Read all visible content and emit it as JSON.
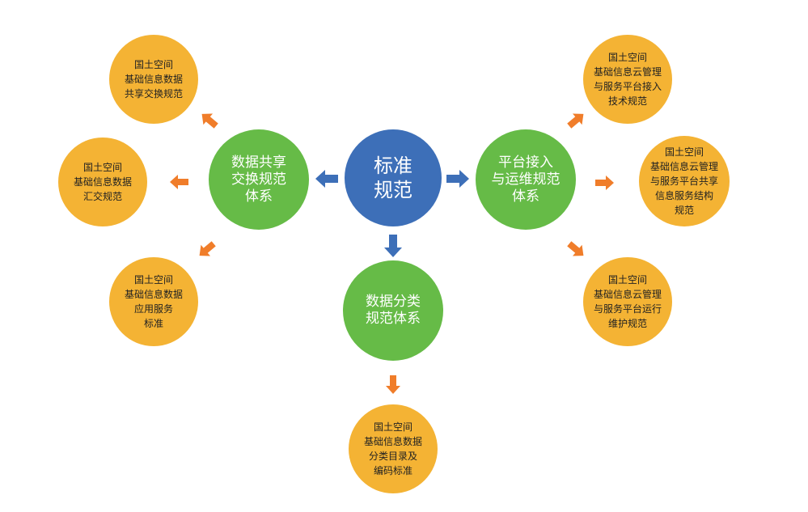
{
  "colors": {
    "center": "#3d6fb8",
    "branch": "#66bb47",
    "leaf": "#f4b334",
    "arrow_blue": "#3d6fb8",
    "arrow_orange": "#f07d2a"
  },
  "center": {
    "label": "标准\n规范"
  },
  "branches": {
    "left": {
      "label": "数据共享\n交换规范\n体系",
      "leaves": [
        "国土空间\n基础信息数据\n共享交换规范",
        "国土空间\n基础信息数据\n汇交规范",
        "国土空间\n基础信息数据\n应用服务\n标准"
      ]
    },
    "right": {
      "label": "平台接入\n与运维规范\n体系",
      "leaves": [
        "国土空间\n基础信息云管理\n与服务平台接入\n技术规范",
        "国土空间\n基础信息云管理\n与服务平台共享\n信息服务结构\n规范",
        "国土空间\n基础信息云管理\n与服务平台运行\n维护规范"
      ]
    },
    "bottom": {
      "label": "数据分类\n规范体系",
      "leaves": [
        "国土空间\n基础信息数据\n分类目录及\n编码标准"
      ]
    }
  }
}
